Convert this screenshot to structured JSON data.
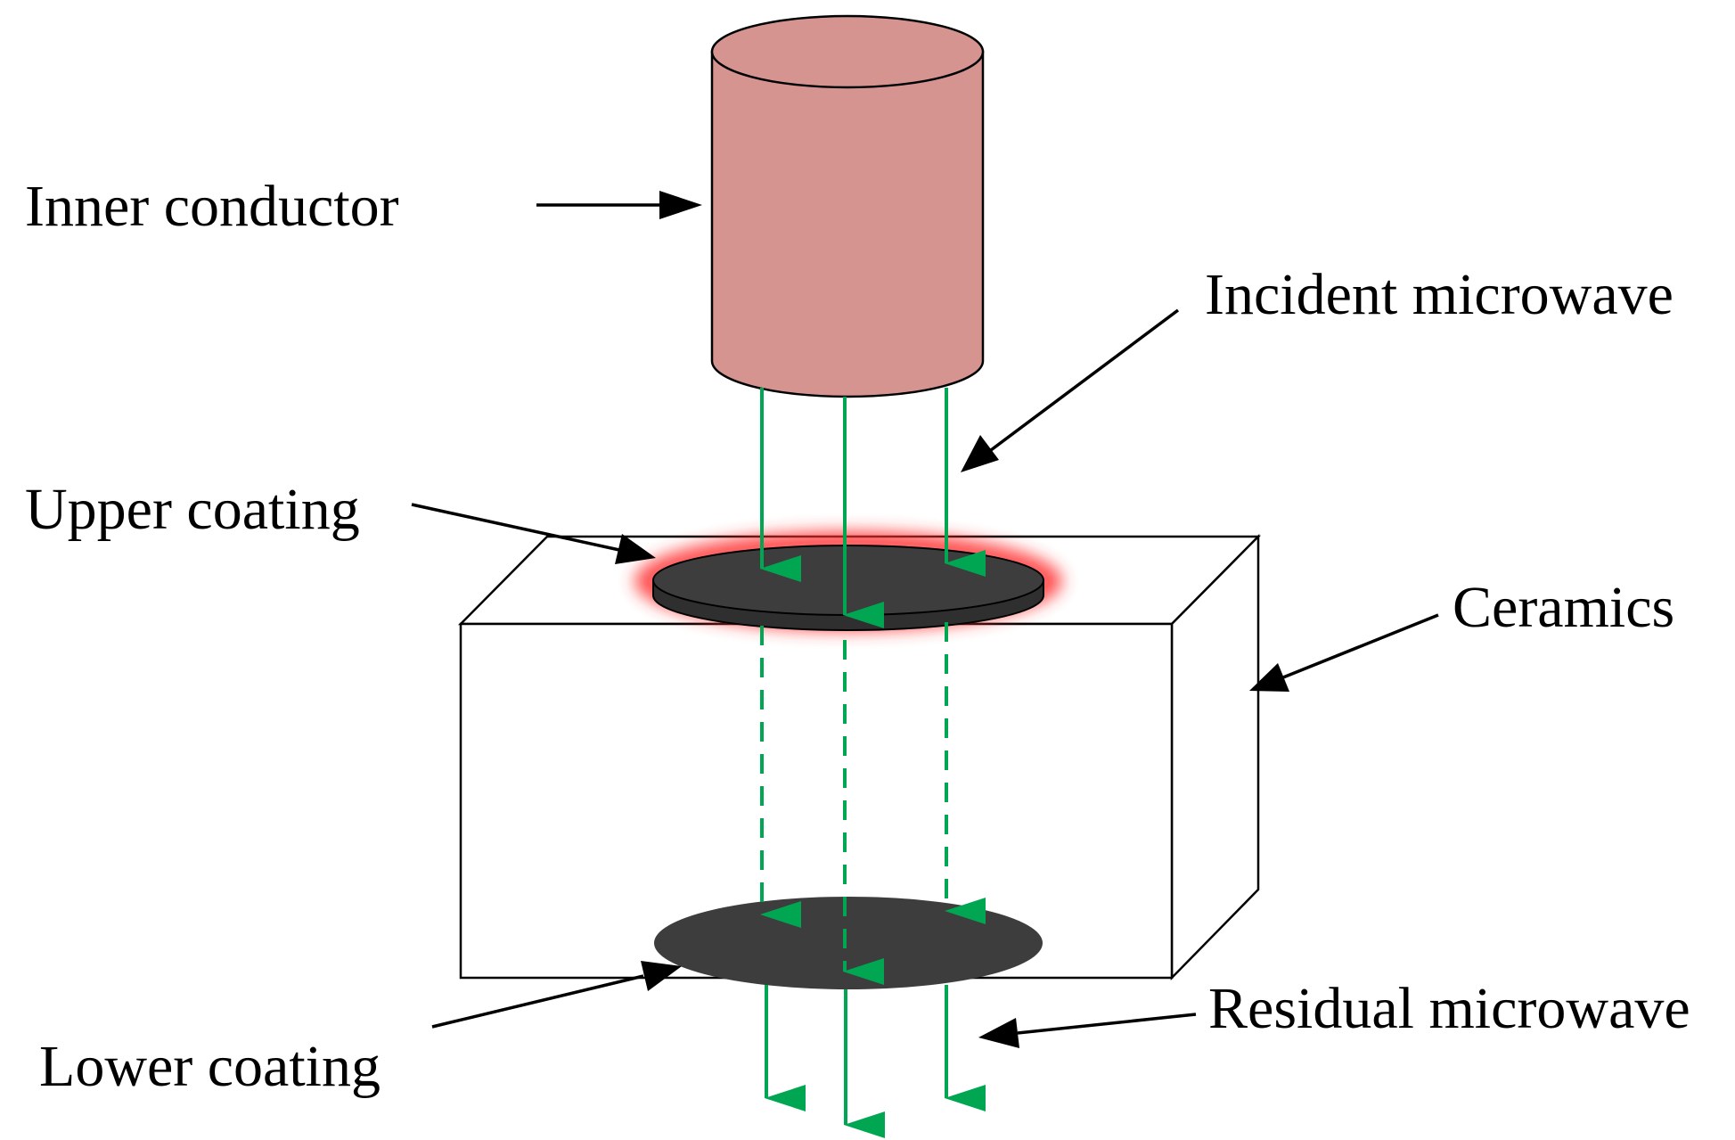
{
  "labels": {
    "inner_conductor": "Inner conductor",
    "incident_microwave": "Incident microwave",
    "upper_coating": "Upper coating",
    "ceramics": "Ceramics",
    "residual_microwave": "Residual microwave",
    "lower_coating": "Lower coating"
  },
  "colors": {
    "conductor_fill": "#d69491",
    "coating_fill": "#3d3d3d",
    "microwave_arrow": "#00a651",
    "glow": "#ff2a2a",
    "outline": "#000000"
  }
}
